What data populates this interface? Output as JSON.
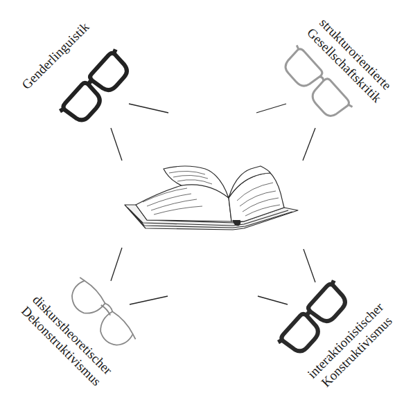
{
  "diagram": {
    "labels": [
      "Genderlinguistik",
      "strukturorientierte Gesellschaftskritik",
      "diskurstheoretischer Dekonstruktivismus",
      "interaktionistischer Konstruktivismus"
    ]
  }
}
